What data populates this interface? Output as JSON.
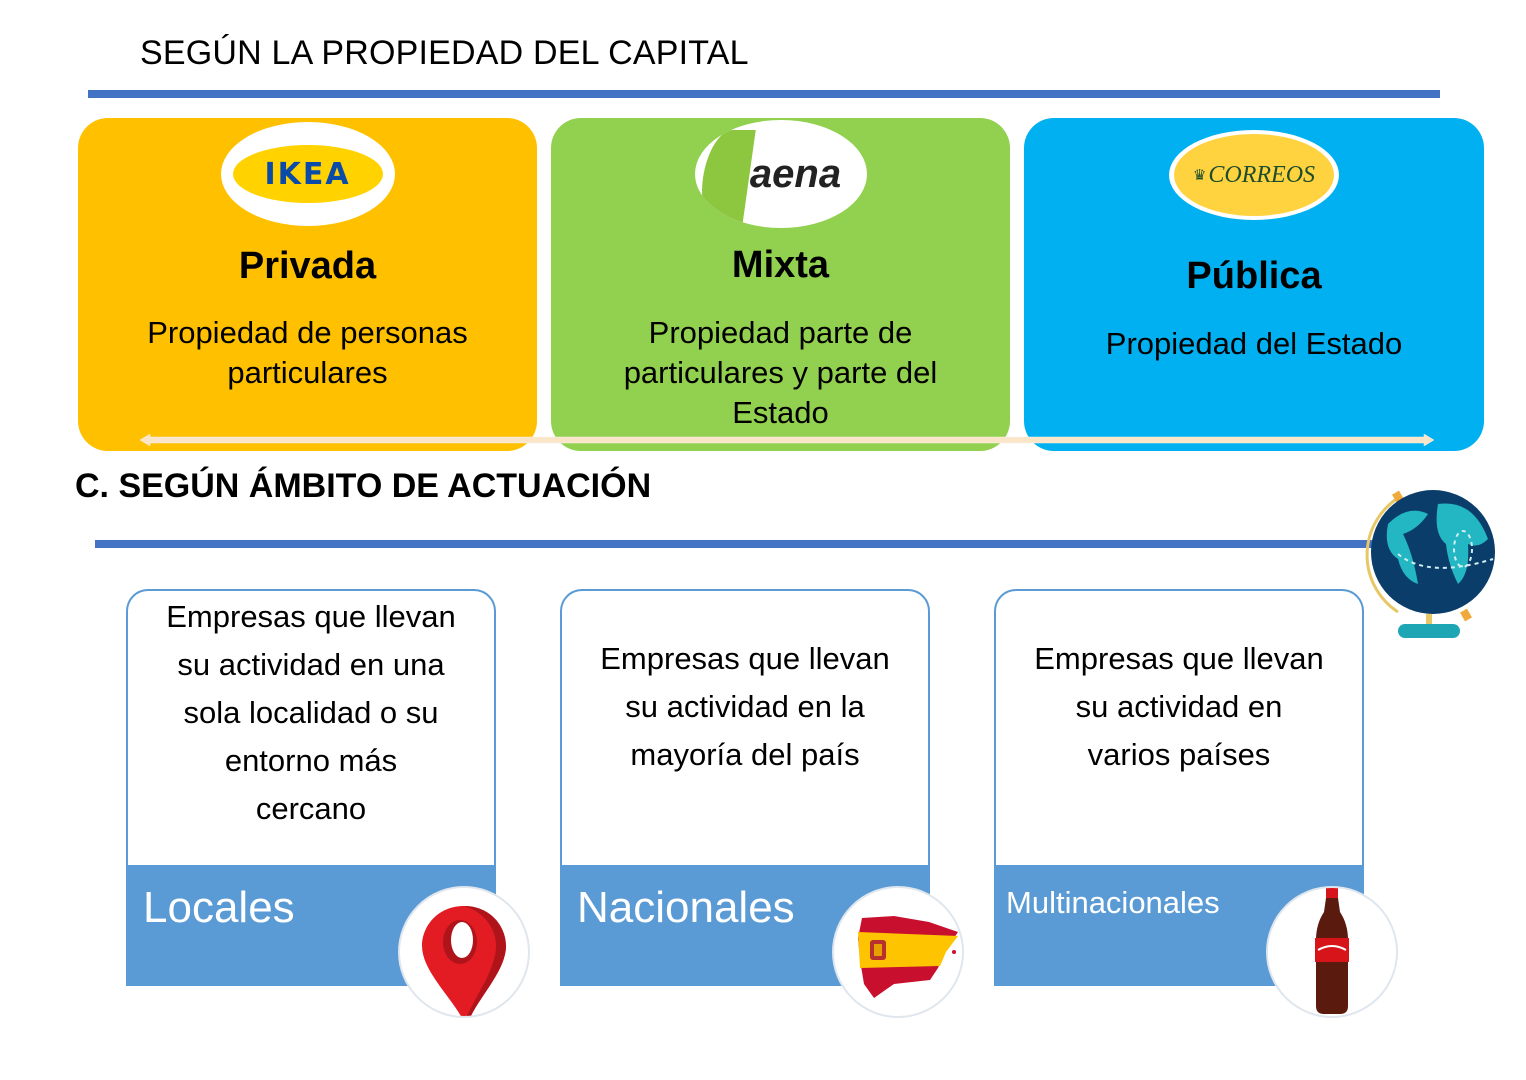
{
  "section_capital": {
    "title": "SEGÚN LA PROPIEDAD DEL CAPITAL",
    "cards": [
      {
        "logo": "IKEA",
        "heading": "Privada",
        "desc_lines": [
          "Propiedad de personas",
          "particulares"
        ],
        "color": "#ffc000"
      },
      {
        "logo": "aena",
        "heading": "Mixta",
        "desc_lines": [
          "Propiedad parte de",
          "particulares y parte del",
          "Estado"
        ],
        "color": "#92d050"
      },
      {
        "logo": "CORREOS",
        "heading": "Pública",
        "desc_lines": [
          "Propiedad del Estado"
        ],
        "color": "#00b0f0"
      }
    ]
  },
  "section_ambito": {
    "title": "C.  SEGÚN ÁMBITO DE ACTUACIÓN",
    "boxes": [
      {
        "lines": [
          "Empresas que llevan",
          "su actividad en una",
          "sola localidad o su",
          "entorno más",
          "cercano"
        ],
        "label": "Locales",
        "icon": "map-pin-icon"
      },
      {
        "lines": [
          "Empresas que llevan",
          "su actividad en la",
          "mayoría del país"
        ],
        "label": "Nacionales",
        "icon": "spain-map-icon"
      },
      {
        "lines": [
          "Empresas que llevan",
          "su actividad en",
          "varios países"
        ],
        "label": "Multinacionales",
        "icon": "cola-bottle-icon"
      }
    ]
  },
  "colors": {
    "rule": "#4472c4",
    "box_blue": "#5b9bd5"
  }
}
